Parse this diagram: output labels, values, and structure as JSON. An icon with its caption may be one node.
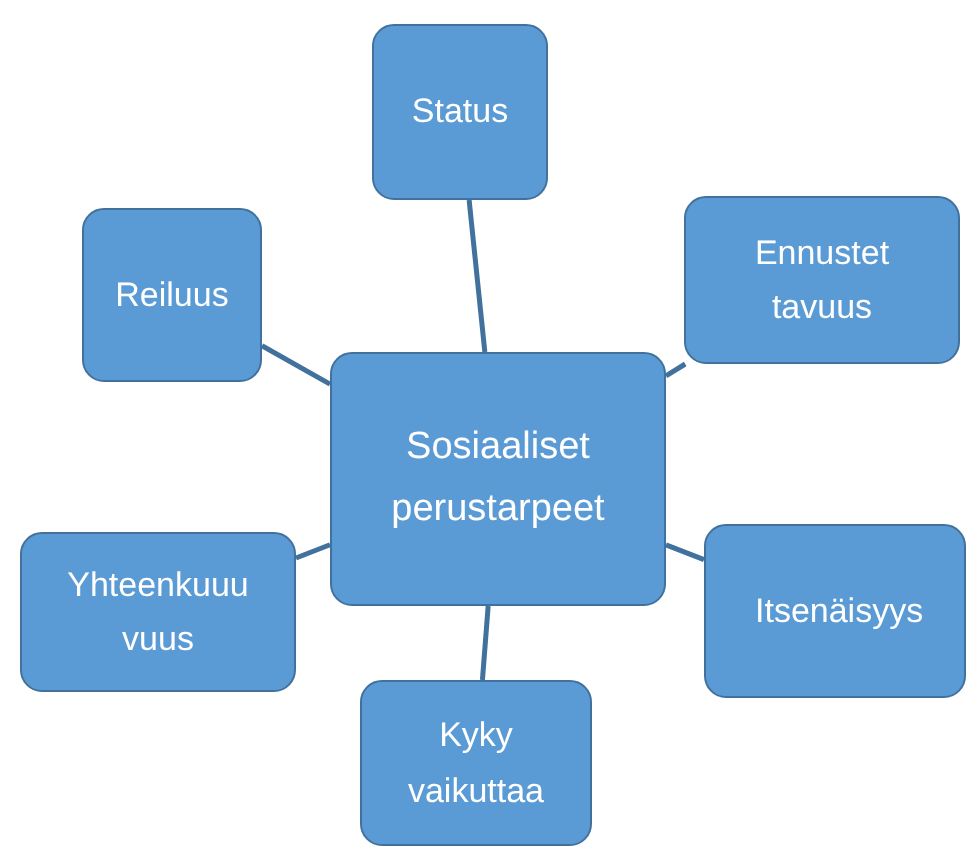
{
  "diagram": {
    "nodes": [
      {
        "text": [
          "Sosiaaliset perustarpeet"
        ]
      },
      {
        "text": [
          "Status"
        ]
      },
      {
        "text": [
          "Ennustet tavuus"
        ]
      },
      {
        "text": [
          "Reiluus"
        ]
      },
      {
        "text": [
          "Yhteenkuuu vuus"
        ]
      },
      {
        "text": [
          "Itsenäisyys"
        ]
      },
      {
        "text": [
          "Kyky vaikuttaa"
        ]
      }
    ],
    "edges": [
      {
        "from": 0,
        "to": 1,
        "arrow": "none"
      },
      {
        "from": 0,
        "to": 2,
        "arrow": "none"
      },
      {
        "from": 0,
        "to": 3,
        "arrow": "none"
      },
      {
        "from": 0,
        "to": 4,
        "arrow": "none"
      },
      {
        "from": 0,
        "to": 5,
        "arrow": "none"
      },
      {
        "from": 0,
        "to": 6,
        "arrow": "none"
      }
    ]
  }
}
